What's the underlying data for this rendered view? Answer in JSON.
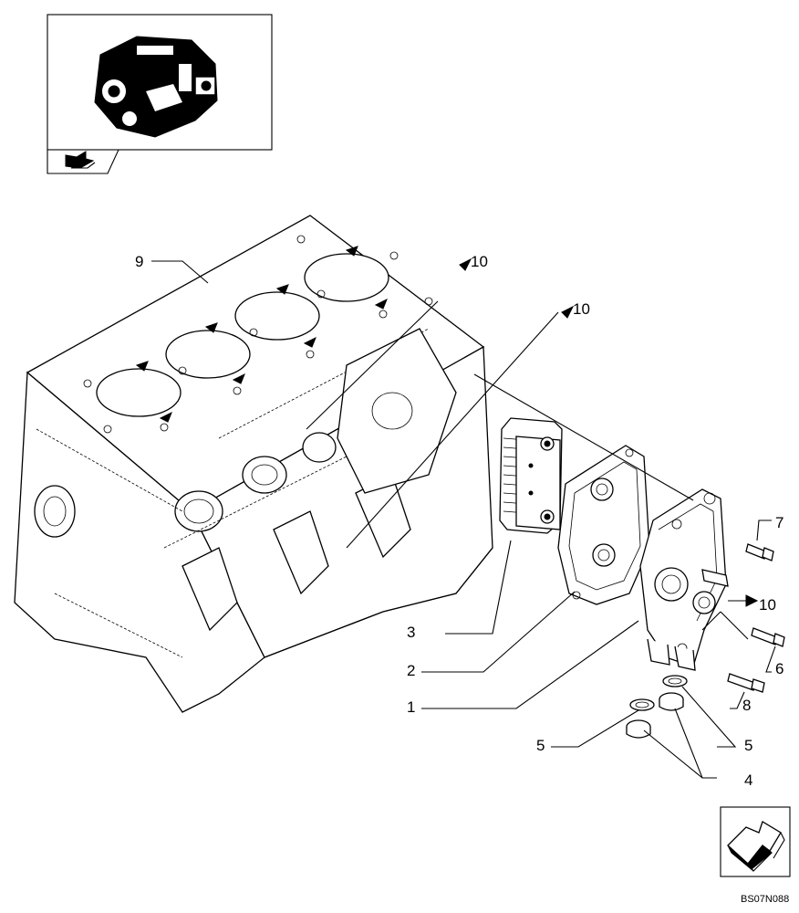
{
  "callouts": [
    {
      "id": "c9",
      "text": "9"
    },
    {
      "id": "c10a",
      "text": "10"
    },
    {
      "id": "c10b",
      "text": "10"
    },
    {
      "id": "c10c",
      "text": "10"
    },
    {
      "id": "c7",
      "text": "7"
    },
    {
      "id": "c6",
      "text": "6"
    },
    {
      "id": "c8",
      "text": "8"
    },
    {
      "id": "c3",
      "text": "3"
    },
    {
      "id": "c2",
      "text": "2"
    },
    {
      "id": "c1",
      "text": "1"
    },
    {
      "id": "c5a",
      "text": "5"
    },
    {
      "id": "c5b",
      "text": "5"
    },
    {
      "id": "c4",
      "text": "4"
    }
  ],
  "drawing_code": "BS07N088",
  "icons": {
    "thumbnail": "engine-thumbnail-icon",
    "reference": "reference-arrow-icon",
    "next_page": "next-page-arrow-icon"
  }
}
